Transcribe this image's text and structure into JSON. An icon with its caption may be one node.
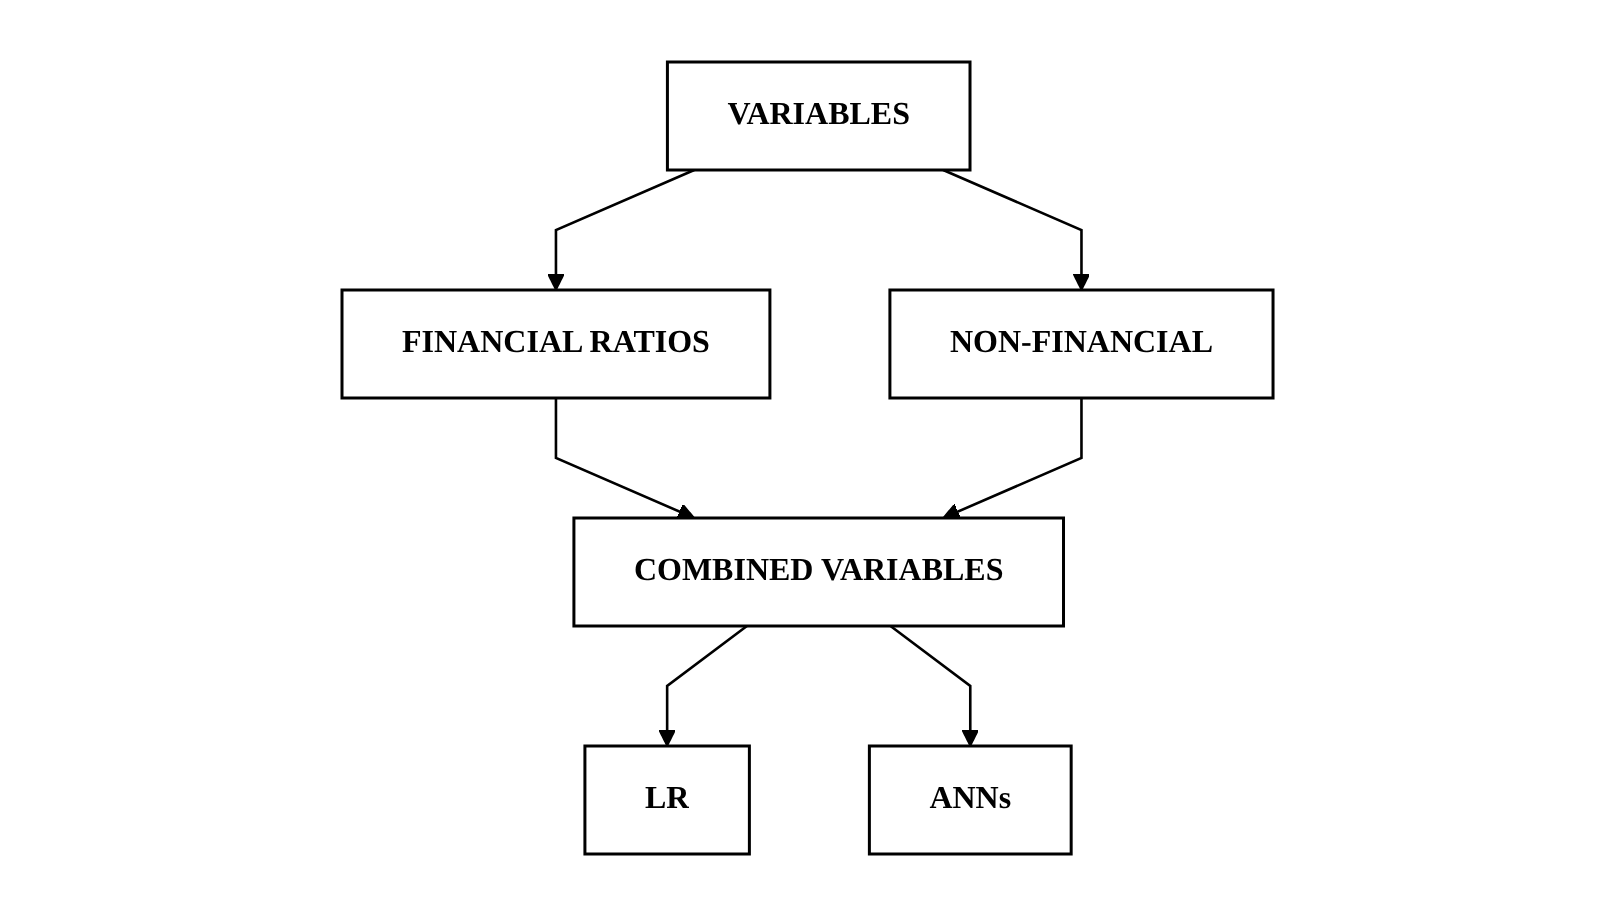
{
  "diagram": {
    "nodes": [
      {
        "text": [
          "VARIABLES"
        ]
      },
      {
        "text": [
          "FINANCIAL RATIOS"
        ]
      },
      {
        "text": [
          "NON-FINANCIAL"
        ]
      },
      {
        "text": [
          "COMBINED VARIABLES"
        ]
      },
      {
        "text": [
          "LR"
        ]
      },
      {
        "text": [
          "ANNs"
        ]
      }
    ],
    "edges": [
      {
        "from": 0,
        "to": 1,
        "arrow": "to"
      },
      {
        "from": 0,
        "to": 2,
        "arrow": "to"
      },
      {
        "from": 1,
        "to": 3,
        "arrow": "to"
      },
      {
        "from": 2,
        "to": 3,
        "arrow": "to"
      },
      {
        "from": 3,
        "to": 4,
        "arrow": "to"
      },
      {
        "from": 3,
        "to": 5,
        "arrow": "to"
      }
    ]
  }
}
